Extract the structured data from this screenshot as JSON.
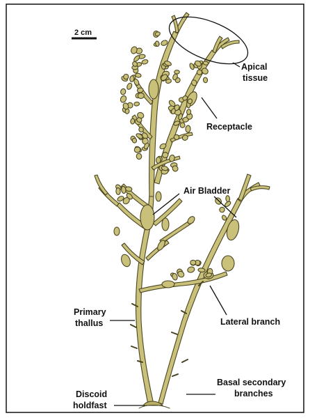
{
  "scale_bar": {
    "label": "2 cm"
  },
  "labels": {
    "apical_line1": "Apical",
    "apical_line2": "tissue",
    "receptacle": "Receptacle",
    "air_bladder": "Air Bladder",
    "primary_line1": "Primary",
    "primary_line2": "thallus",
    "lateral_branch": "Lateral branch",
    "discoid_line1": "Discoid",
    "discoid_line2": "holdfast",
    "basal_line1": "Basal secondary",
    "basal_line2": "branches"
  },
  "colors": {
    "thallus_fill": "#c9c07a",
    "thallus_stroke": "#4a4420",
    "frame": "#111111",
    "text": "#111111"
  }
}
